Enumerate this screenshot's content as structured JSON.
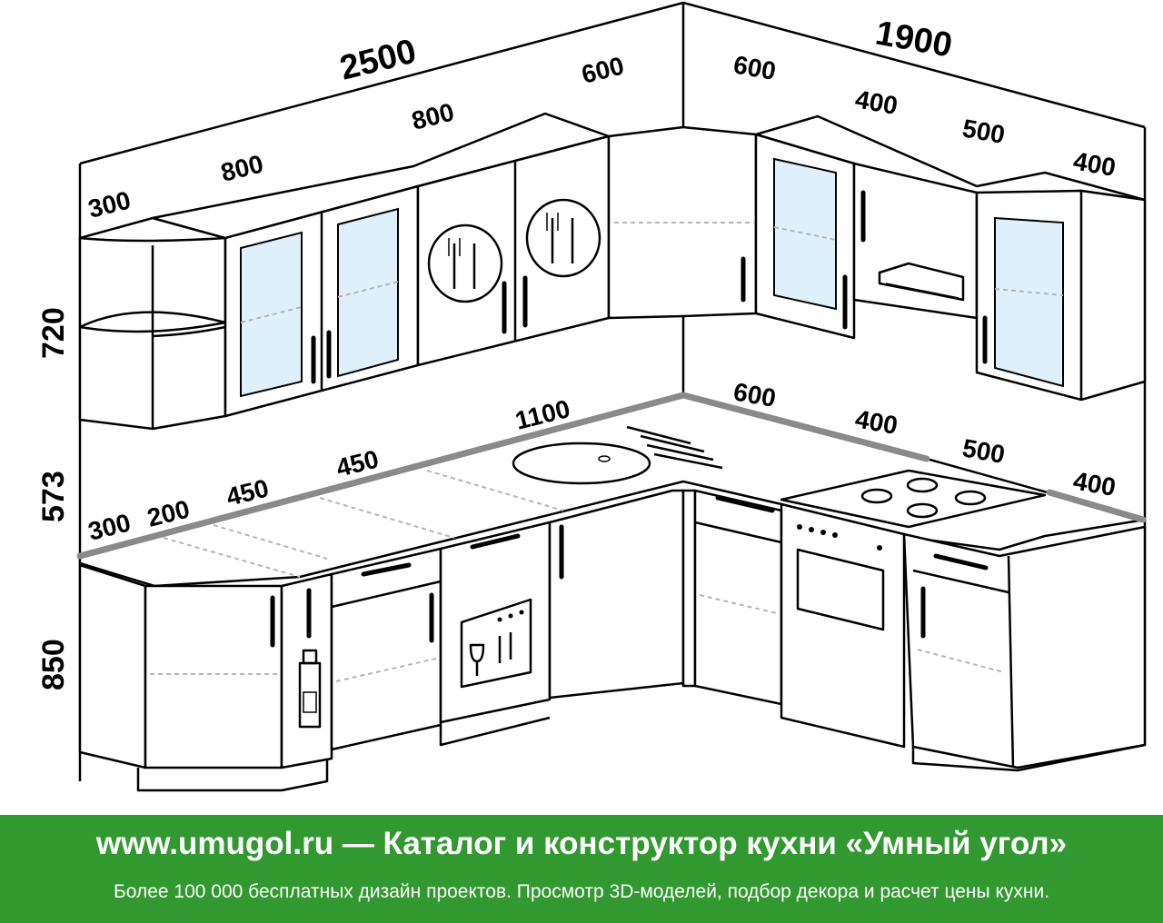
{
  "dimensions": {
    "upper_left_total": "2500",
    "upper_right_total": "1900",
    "upper_left": [
      "300",
      "800",
      "800",
      "600"
    ],
    "upper_right": [
      "600",
      "400",
      "500",
      "400"
    ],
    "height_upper": "720",
    "height_gap": "573",
    "height_lower": "850",
    "lower_left": [
      "300",
      "200",
      "450",
      "450",
      "1100"
    ],
    "lower_right": [
      "600",
      "400",
      "500",
      "400"
    ]
  },
  "banner": {
    "title": "www.umugol.ru  —  Каталог и конструктор кухни «Умный угол»",
    "subtitle": "Более 100 000 бесплатных дизайн проектов. Просмотр 3D-моделей, подбор декора и расчет цены кухни.",
    "background": "#31992f"
  },
  "colors": {
    "countertop": "#8a8a8a",
    "glass": "#dff0fa"
  },
  "icons": [
    "cutlery-icon",
    "bottle-icon",
    "dishwasher-icon",
    "hob-burner-icon"
  ]
}
